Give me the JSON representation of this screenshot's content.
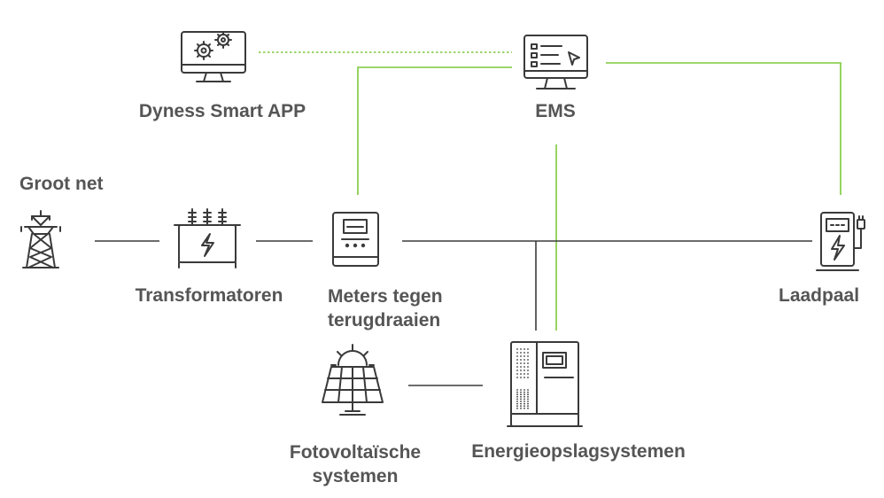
{
  "nodes": {
    "app": {
      "lines": [
        "Dyness Smart APP"
      ],
      "icon": "monitor-gears-icon"
    },
    "ems": {
      "lines": [
        "EMS"
      ],
      "icon": "monitor-dashboard-icon"
    },
    "grid": {
      "lines": [
        "Groot net"
      ],
      "icon": "power-tower-icon"
    },
    "transformer": {
      "lines": [
        "Transformatoren"
      ],
      "icon": "transformer-icon"
    },
    "meter": {
      "lines": [
        "Meters tegen",
        "terugdraaien"
      ],
      "icon": "energy-meter-icon"
    },
    "charger": {
      "lines": [
        "Laadpaal"
      ],
      "icon": "ev-charger-icon"
    },
    "pv": {
      "lines": [
        "Fotovoltaïsche",
        "systemen"
      ],
      "icon": "solar-panel-icon"
    },
    "storage": {
      "lines": [
        "Energieopslagsystemen"
      ],
      "icon": "storage-cabinet-icon"
    }
  },
  "colors": {
    "power_line": "#3c3c3c",
    "control_line": "#7dc93a",
    "label": "#555555",
    "icon_stroke": "#3a3a3a"
  },
  "connections": [
    {
      "from": "grid",
      "to": "transformer",
      "type": "power"
    },
    {
      "from": "transformer",
      "to": "meter",
      "type": "power"
    },
    {
      "from": "meter",
      "to": "charger",
      "type": "power"
    },
    {
      "from": "meter",
      "to": "storage",
      "type": "power"
    },
    {
      "from": "pv",
      "to": "storage",
      "type": "power"
    },
    {
      "from": "ems",
      "to": "meter",
      "type": "control"
    },
    {
      "from": "ems",
      "to": "charger",
      "type": "control"
    },
    {
      "from": "ems",
      "to": "storage",
      "type": "control"
    },
    {
      "from": "app",
      "to": "ems",
      "type": "wireless"
    }
  ]
}
